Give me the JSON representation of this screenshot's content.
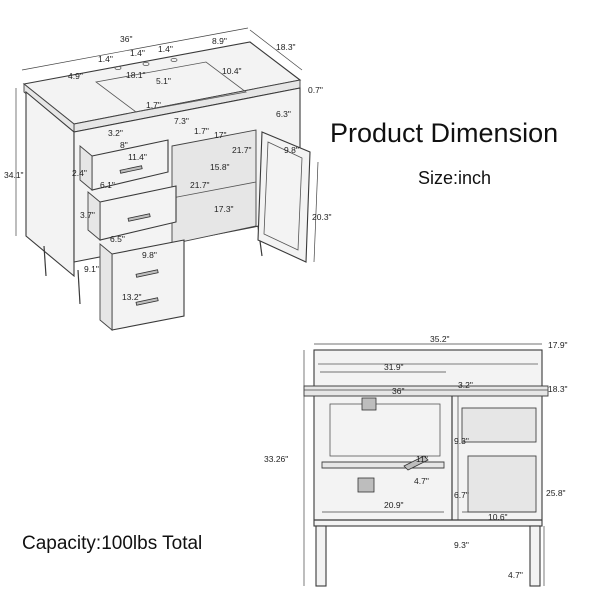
{
  "header": {
    "title": "Product Dimension",
    "subtitle": "Size:inch"
  },
  "footer": {
    "capacity": "Capacity:100lbs Total"
  },
  "iso_view": {
    "labels": {
      "width_top": "36\"",
      "depth_top": "18.3\"",
      "faucet_left": "1.4\"",
      "faucet_mid": "1.4\"",
      "faucet_right": "1.4\"",
      "faucet_edge": "8.9\"",
      "back_edge": "4.9\"",
      "basin_width": "18.1\"",
      "basin_depth_a": "5.1\"",
      "basin_depth_b": "10.4\"",
      "top_thickness": "0.7\"",
      "front_gap": "1.7\"",
      "drawer_inset": "3.2\"",
      "drawer_gap": "7.3\"",
      "drawer_top_w": "8\"",
      "drawer_top_d": "11.4\"",
      "mid_gap": "1.7\"",
      "cab_width": "17\"",
      "cab_right_gap": "6.3\"",
      "cab_depth": "21.7\"",
      "door_h": "9.8\"",
      "height_total": "34.1\"",
      "drawer1_h": "2.4\"",
      "drawer1_inner": "6.1\"",
      "shelf_w": "15.8\"",
      "shelf_d": "21.7\"",
      "door_height": "20.3\"",
      "drawer2_h": "3.7\"",
      "shelf_h": "17.3\"",
      "drawer2_inner": "6.5\"",
      "drawer3_w": "9.8\"",
      "drawer3_h": "9.1\"",
      "drawer3_inner": "13.2\""
    }
  },
  "front_view": {
    "labels": {
      "overall_width": "35.2\"",
      "overall_depth": "17.9\"",
      "inner_width": "31.9\"",
      "mid_gap": "3.2\"",
      "shelf_width": "36\"",
      "right_depth": "18.3\"",
      "right_gap": "9.3\"",
      "height": "33.26\"",
      "bracket": "11\"",
      "small_gap": "4.7\"",
      "drawer_h": "6.7\"",
      "side_h": "25.8\"",
      "bottom_w": "20.9\"",
      "right_drawer_w": "10.6\"",
      "bottom_gap": "9.3\"",
      "leg_h": "4.7\""
    }
  }
}
